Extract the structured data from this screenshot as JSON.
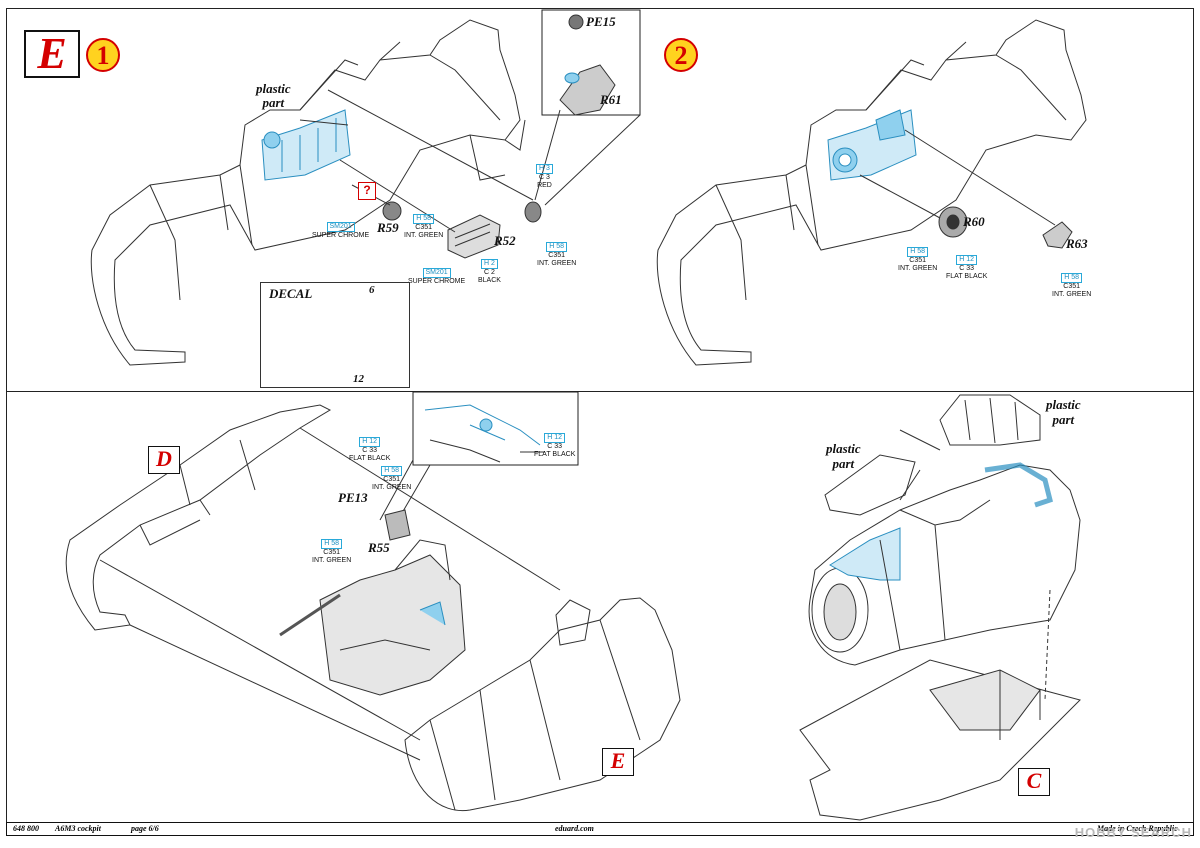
{
  "header": {
    "section_letter": "E",
    "step_one": "1",
    "step_two": "2"
  },
  "step1": {
    "plastic_part": [
      "plastic",
      "part"
    ],
    "parts": {
      "pe15": "PE15",
      "r61": "R61",
      "r59": "R59",
      "r52": "R52"
    },
    "question_mark": "?",
    "paints": {
      "h3": [
        "H 3",
        "C 3",
        "RED"
      ],
      "r59_paint": [
        "SM201",
        "SUPER CHROME"
      ],
      "h58_a": [
        "H 58",
        "C351",
        "INT. GREEN"
      ],
      "r52_sm": [
        "SM201",
        "SUPER CHROME"
      ],
      "h2": [
        "H 2",
        "C 2",
        "BLACK"
      ],
      "h58_b": [
        "H 58",
        "C351",
        "INT. GREEN"
      ]
    },
    "decal": {
      "title": "DECAL",
      "num_top": "6",
      "num_bottom": "12"
    }
  },
  "step2": {
    "parts": {
      "r60": "R60",
      "r63": "R63"
    },
    "paints": {
      "h58_r60": [
        "H 58",
        "C351",
        "INT. GREEN"
      ],
      "h12_r60": [
        "H 12",
        "C 33",
        "FLAT BLACK"
      ],
      "h58_r63": [
        "H 58",
        "C351",
        "INT. GREEN"
      ]
    }
  },
  "step3": {
    "label_d": "D",
    "label_e": "E",
    "parts": {
      "pe13": "PE13",
      "r55": "R55"
    },
    "paints": {
      "h12_a": [
        "H 12",
        "C 33",
        "FLAT BLACK"
      ],
      "h58_a": [
        "H 58",
        "C351",
        "INT. GREEN"
      ],
      "h58_b": [
        "H 58",
        "C351",
        "INT. GREEN"
      ],
      "h12_inset": [
        "H 12",
        "C 33",
        "FLAT BLACK"
      ]
    }
  },
  "step4": {
    "label_c": "C",
    "plastic_part_a": [
      "plastic",
      "part"
    ],
    "plastic_part_b": [
      "plastic",
      "part"
    ]
  },
  "footer": {
    "code": "648 800",
    "model": "A6M3 cockpit",
    "page": "page 6/6",
    "website": "eduard.com",
    "made_in": "Made in Czech Republic"
  },
  "watermark": "HOBBY SEARCH",
  "colors": {
    "accent_red": "#d40000",
    "step_yellow": "#ffd21f",
    "paint_blue": "#29a9d9",
    "part_highlight": "#8fd0ee"
  }
}
